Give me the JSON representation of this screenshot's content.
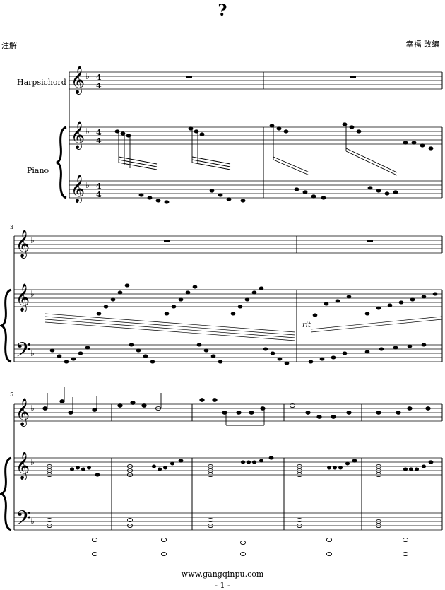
{
  "header": {
    "title": "?",
    "left_note": "注解",
    "right_note": "幸福  改编"
  },
  "instruments": {
    "harpsichord": "Harpsichord",
    "piano": "Piano"
  },
  "measure_numbers": {
    "system2": "3",
    "system3": "5"
  },
  "markings": {
    "tempo_change": "rit"
  },
  "footer": {
    "url": "www.gangqinpu.com",
    "page": "- 1 -"
  }
}
